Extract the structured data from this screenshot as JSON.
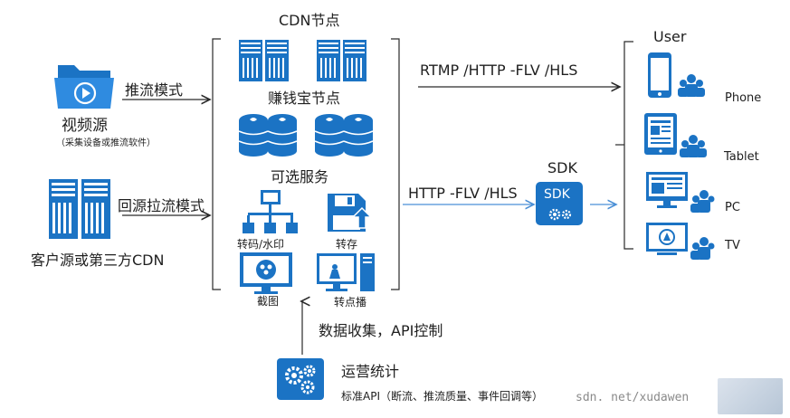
{
  "cdn": {
    "title": "CDN节点",
    "zqb_node": "赚钱宝节点",
    "optional_services": "可选服务",
    "services": [
      "转码/水印",
      "转存",
      "截图",
      "转点播"
    ]
  },
  "left": {
    "video_source": "视频源",
    "video_source_note": "（采集设备或推流软件）",
    "push_mode": "推流模式",
    "pull_mode": "回源拉流模式",
    "customer_source": "客户源或第三方CDN"
  },
  "right": {
    "protocol_top": "RTMP /HTTP -FLV /HLS",
    "protocol_sdk": "HTTP -FLV /HLS",
    "sdk_label": "SDK",
    "sdk_box": "SDK",
    "user_title": "User",
    "devices": [
      "Phone",
      "Tablet",
      "PC",
      "TV"
    ]
  },
  "bottom": {
    "data_collect": "数据收集，API控制",
    "ops_title": "运营统计",
    "ops_note": "标准API（断流、推流质量、事件回调等）",
    "watermark": "sdn. net/xudawen"
  },
  "colors": {
    "primary": "#1b73c4",
    "line": "#2a2a2a"
  }
}
